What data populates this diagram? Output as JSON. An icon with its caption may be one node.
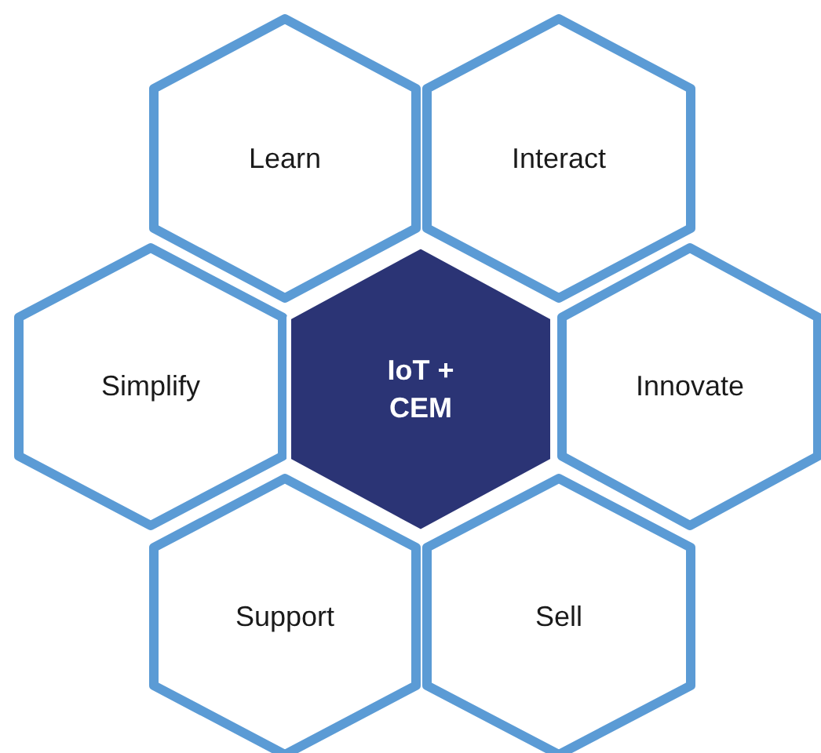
{
  "diagram": {
    "nodes": [
      {
        "text": [
          "Learn"
        ]
      },
      {
        "text": [
          "Interact"
        ]
      },
      {
        "text": [
          "Simplify"
        ]
      },
      {
        "text": [
          "IoT + CEM"
        ]
      },
      {
        "text": [
          "Innovate"
        ]
      },
      {
        "text": [
          "Support"
        ]
      },
      {
        "text": [
          "Sell"
        ]
      }
    ]
  }
}
